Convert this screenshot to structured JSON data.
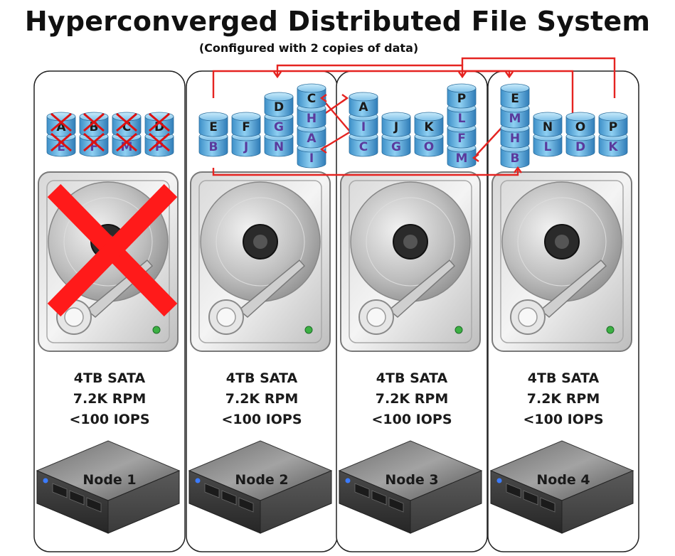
{
  "title": "Hyperconverged Distributed File System",
  "subtitle": "(Configured with 2 copies of data)",
  "colors": {
    "accent_red": "#e52421",
    "cylinder_blue": "#7fc0e8",
    "cylinder_blue_dark": "#3d8fc8",
    "label_dark": "#1a1a1a",
    "label_purple": "#5a3a9c",
    "led_green": "#3cb043"
  },
  "nodes": [
    {
      "name": "Node 1",
      "failed": true,
      "specs": [
        "4TB SATA",
        "7.2K RPM",
        "<100 IOPS"
      ],
      "stacks": [
        {
          "blocks": [
            "A",
            "E"
          ],
          "crossed": true
        },
        {
          "blocks": [
            "B",
            "F"
          ],
          "crossed": true
        },
        {
          "blocks": [
            "C",
            "M"
          ],
          "crossed": true
        },
        {
          "blocks": [
            "D",
            "P"
          ],
          "crossed": true
        }
      ]
    },
    {
      "name": "Node 2",
      "failed": false,
      "specs": [
        "4TB SATA",
        "7.2K RPM",
        "<100 IOPS"
      ],
      "stacks": [
        {
          "blocks": [
            "E",
            "B"
          ]
        },
        {
          "blocks": [
            "F",
            "J"
          ]
        },
        {
          "blocks": [
            "D",
            "G",
            "N"
          ]
        },
        {
          "blocks": [
            "C",
            "H",
            "A",
            "I"
          ]
        }
      ]
    },
    {
      "name": "Node 3",
      "failed": false,
      "specs": [
        "4TB SATA",
        "7.2K RPM",
        "<100 IOPS"
      ],
      "stacks": [
        {
          "blocks": [
            "A",
            "I",
            "C"
          ]
        },
        {
          "blocks": [
            "J",
            "G"
          ]
        },
        {
          "blocks": [
            "K",
            "O"
          ]
        },
        {
          "blocks": [
            "P",
            "L",
            "F",
            "M"
          ]
        }
      ]
    },
    {
      "name": "Node 4",
      "failed": false,
      "specs": [
        "4TB SATA",
        "7.2K RPM",
        "<100 IOPS"
      ],
      "stacks": [
        {
          "blocks": [
            "E",
            "M",
            "H",
            "B"
          ]
        },
        {
          "blocks": [
            "N",
            "L"
          ]
        },
        {
          "blocks": [
            "O",
            "D"
          ]
        },
        {
          "blocks": [
            "P",
            "K"
          ]
        }
      ]
    }
  ],
  "icons": {
    "drive": "hard-drive-icon",
    "server": "server-icon",
    "failure": "red-x-icon",
    "status_led": "status-led-icon"
  }
}
